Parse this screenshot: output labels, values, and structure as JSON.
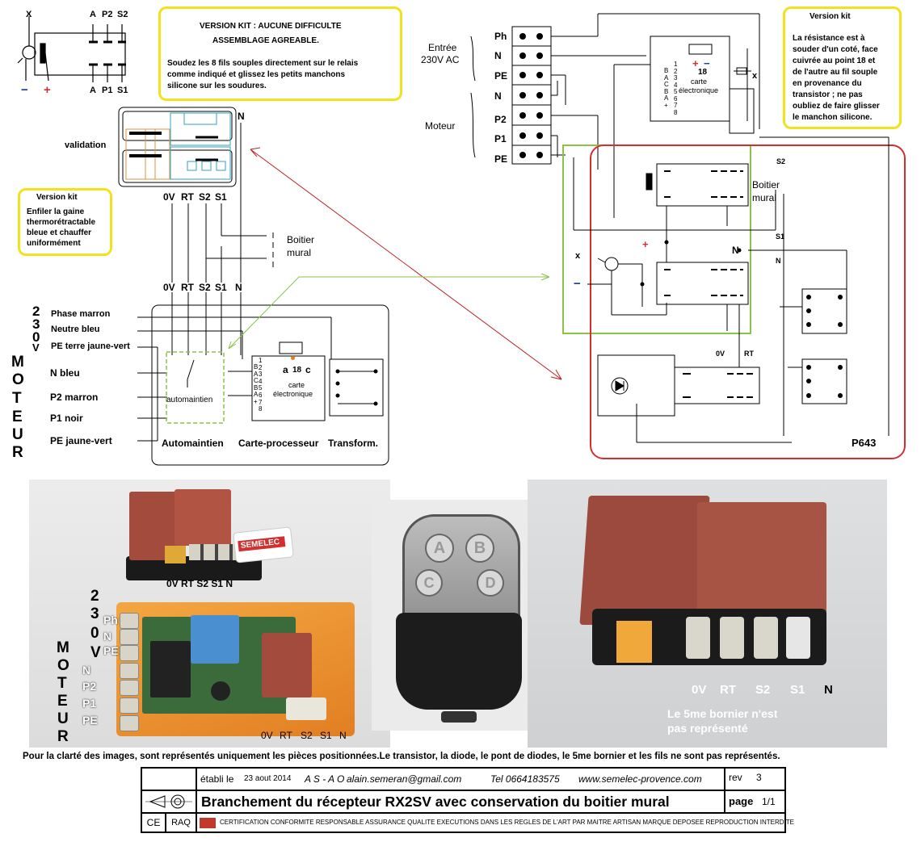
{
  "relay_diagram": {
    "x_label": "X",
    "minus": "−",
    "plus": "+",
    "top_labels": [
      "A",
      "P2",
      "S2"
    ],
    "bottom_labels": [
      "A",
      "P1",
      "S1"
    ]
  },
  "version_kit_box": {
    "line1": "VERSION KIT : AUCUNE DIFFICULTE",
    "line2": "ASSEMBLAGE  AGREABLE.",
    "body": [
      "Soudez les 8 fils souples directement sur le relais",
      "comme indiqué et glissez les petits manchons",
      "silicone  sur les soudures."
    ]
  },
  "kit_gaine_box": {
    "title": "Version kit",
    "body": [
      "Enfiler la gaine",
      "thermorétractable",
      "bleue et chauffer",
      "uniformément"
    ]
  },
  "resistance_box": {
    "title": "Version kit",
    "body": [
      "La résistance est à",
      "souder d'un coté, face",
      "cuivrée au point 18 et",
      "de l'autre au fil souple",
      "en provenance du",
      "transistor ; ne pas",
      "oubliez de faire glisser",
      "le manchon silicone."
    ]
  },
  "validation": {
    "label": "validation",
    "n_label": "N",
    "terminals": [
      "0V",
      "RT",
      "S2",
      "S1"
    ],
    "boitier": [
      "Boitier",
      "mural"
    ],
    "terminals2": [
      "0V",
      "RT",
      "S2",
      "S1",
      "N"
    ]
  },
  "motor_panel": {
    "vertical_230": [
      "2",
      "3",
      "0",
      "V"
    ],
    "vertical_moteur": [
      "M",
      "O",
      "T",
      "E",
      "U",
      "R"
    ],
    "lines": [
      "Phase marron",
      "Neutre bleu",
      "PE terre jaune-vert",
      "N  bleu",
      "P2 marron",
      "P1 noir",
      "PE jaune-vert"
    ],
    "automaintien_inner": "automaintien",
    "card_pins_left": [
      "1",
      "2",
      "3",
      "4",
      "5",
      "6",
      "7",
      "8"
    ],
    "card_pins_letters": [
      "B",
      "A",
      "C",
      "B",
      "A",
      "+"
    ],
    "card_a": "a",
    "card_18": "18",
    "card_c": "c",
    "card_label": [
      "carte",
      "électronique"
    ],
    "footer_labels": [
      "Automaintien",
      "Carte-processeur",
      "Transform."
    ]
  },
  "right_schematic": {
    "entree": [
      "Entrée",
      "230V AC"
    ],
    "terminal_labels": [
      "Ph",
      "N",
      "PE",
      "N",
      "P2",
      "P1",
      "PE"
    ],
    "moteur": "Moteur",
    "card_18": "18",
    "card_plus": "+",
    "card_minus": "−",
    "card_x": "x",
    "card_label": [
      "carte",
      "électronique"
    ],
    "card_letters": [
      "B",
      "A",
      "C",
      "B",
      "A",
      "+"
    ],
    "card_nums": [
      "1",
      "2",
      "3",
      "4",
      "5",
      "6",
      "7",
      "8"
    ],
    "s2": "S2",
    "boitier": [
      "Boitier",
      "mural"
    ],
    "s1": "S1",
    "x": "x",
    "minus": "−",
    "plus": "+",
    "n1": "N",
    "n2": "N",
    "ov": "0V",
    "rt": "RT",
    "model": "P643"
  },
  "photo_left": {
    "logo": "SEMELEC",
    "top_terms": "0V RT S2 S1  N",
    "v230": [
      "2",
      "3",
      "0",
      "V"
    ],
    "power_labels": [
      "Ph",
      "N",
      "PE"
    ],
    "moteur_v": [
      "M",
      "O",
      "T",
      "E",
      "U",
      "R"
    ],
    "motor_labels": [
      "N",
      "P2",
      "P1",
      "PE"
    ],
    "bottom_terms": [
      "0V",
      "RT",
      "S2",
      "S1",
      "N"
    ]
  },
  "photo_remote": {
    "buttons": [
      "A",
      "B",
      "C",
      "D"
    ]
  },
  "photo_right": {
    "terms": [
      "0V",
      "RT",
      "S2",
      "S1",
      "N"
    ],
    "note": [
      "Le 5me bornier n'est",
      "pas représenté"
    ]
  },
  "caption": "Pour la clarté des images, sont représentés uniquement les pièces positionnées.Le transistor, la diode, le pont de diodes, le 5me bornier et les fils ne sont pas représentés.",
  "title_block": {
    "etabli_label": "établi le",
    "date": "23 aout 2014",
    "initials": "A S - A O",
    "email": "alain.semeran@gmail.com",
    "tel": "Tel 0664183575",
    "website": "www.semelec-provence.com",
    "rev_label": "rev",
    "rev_value": "3",
    "title": "Branchement du récepteur RX2SV avec conservation du boitier mural",
    "page_label": "page",
    "page_value": "1/1",
    "ce": "CE",
    "raq": "RAQ",
    "cert": "CERTIFICATION CONFORMITE RESPONSABLE ASSURANCE QUALITE  EXECUTIONS DANS LES REGLES DE L'ART PAR MAITRE ARTISAN   MARQUE DEPOSEE   REPRODUCTION INTERDITE"
  }
}
